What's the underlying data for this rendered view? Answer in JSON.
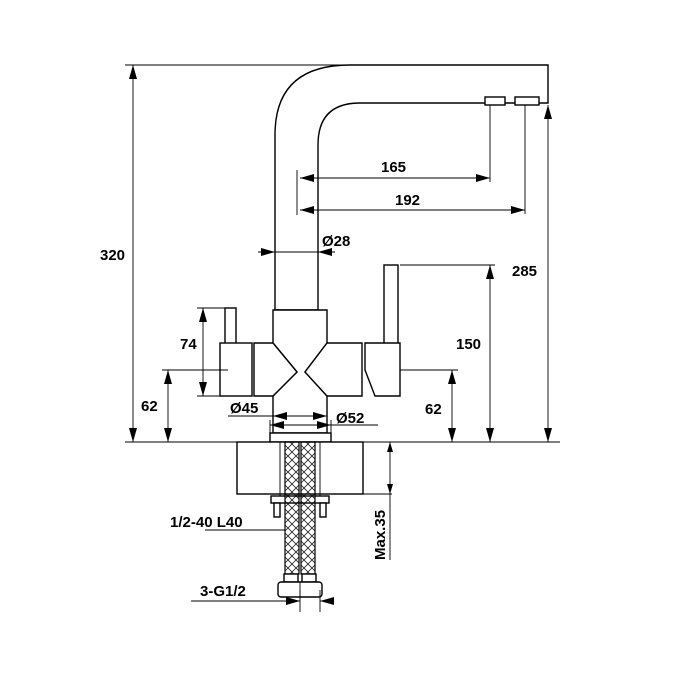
{
  "title": "Kitchen mixer tap dimension drawing",
  "dimensions": {
    "total_height": "320",
    "spout_height": "285",
    "reach_outlet_1": "165",
    "reach_outlet_2": "192",
    "tube_diameter": "Ø28",
    "handle_span": "74",
    "handle_axis_left": "62",
    "handle_axis_right": "62",
    "lever_height": "150",
    "body_diameter_1": "Ø45",
    "base_diameter": "Ø52",
    "max_counter_thickness": "Max.35",
    "mounting_thread": "1/2-40 L40",
    "hose_connections": "3-G1/2"
  }
}
